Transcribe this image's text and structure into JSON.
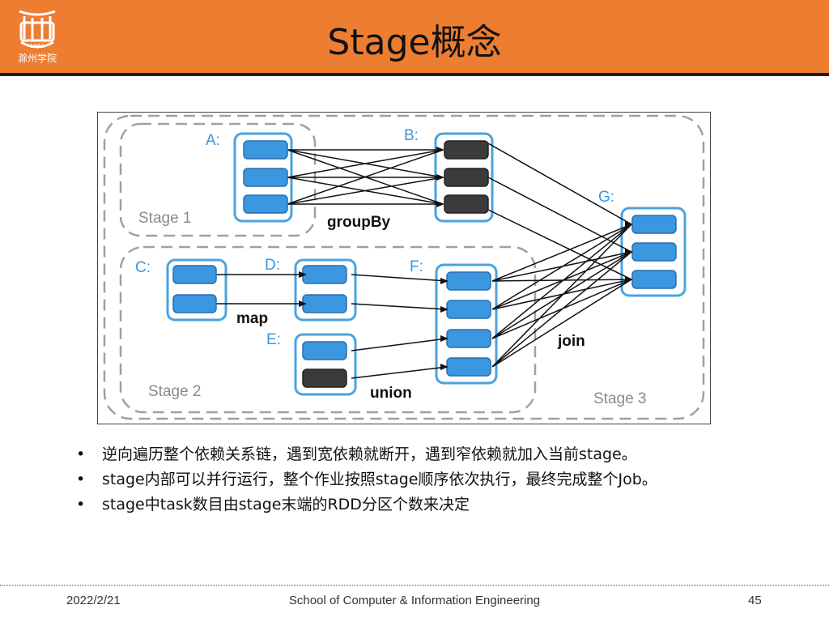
{
  "header": {
    "title": "Stage概念",
    "logo_text": "滁州学院",
    "logo_year": "1950",
    "brand_color": "#ed7d31"
  },
  "diagram": {
    "stages": [
      "Stage 1",
      "Stage 2",
      "Stage 3"
    ],
    "rdds": [
      "A:",
      "B:",
      "C:",
      "D:",
      "E:",
      "F:",
      "G:"
    ],
    "operations": [
      "groupBy",
      "map",
      "union",
      "join"
    ],
    "colors": {
      "partition": "#3a97e0",
      "dark_partition": "#3b3b3b",
      "box_border": "#4aa3df",
      "stage_border": "#a0a0a0"
    }
  },
  "bullets": [
    "逆向遍历整个依赖关系链，遇到宽依赖就断开，遇到窄依赖就加入当前stage。",
    "stage内部可以并行运行，整个作业按照stage顺序依次执行，最终完成整个Job。",
    "stage中task数目由stage末端的RDD分区个数来决定"
  ],
  "bullet_marker": "•",
  "footer": {
    "date": "2022/2/21",
    "school": "School of Computer & Information Engineering",
    "page": "45"
  }
}
